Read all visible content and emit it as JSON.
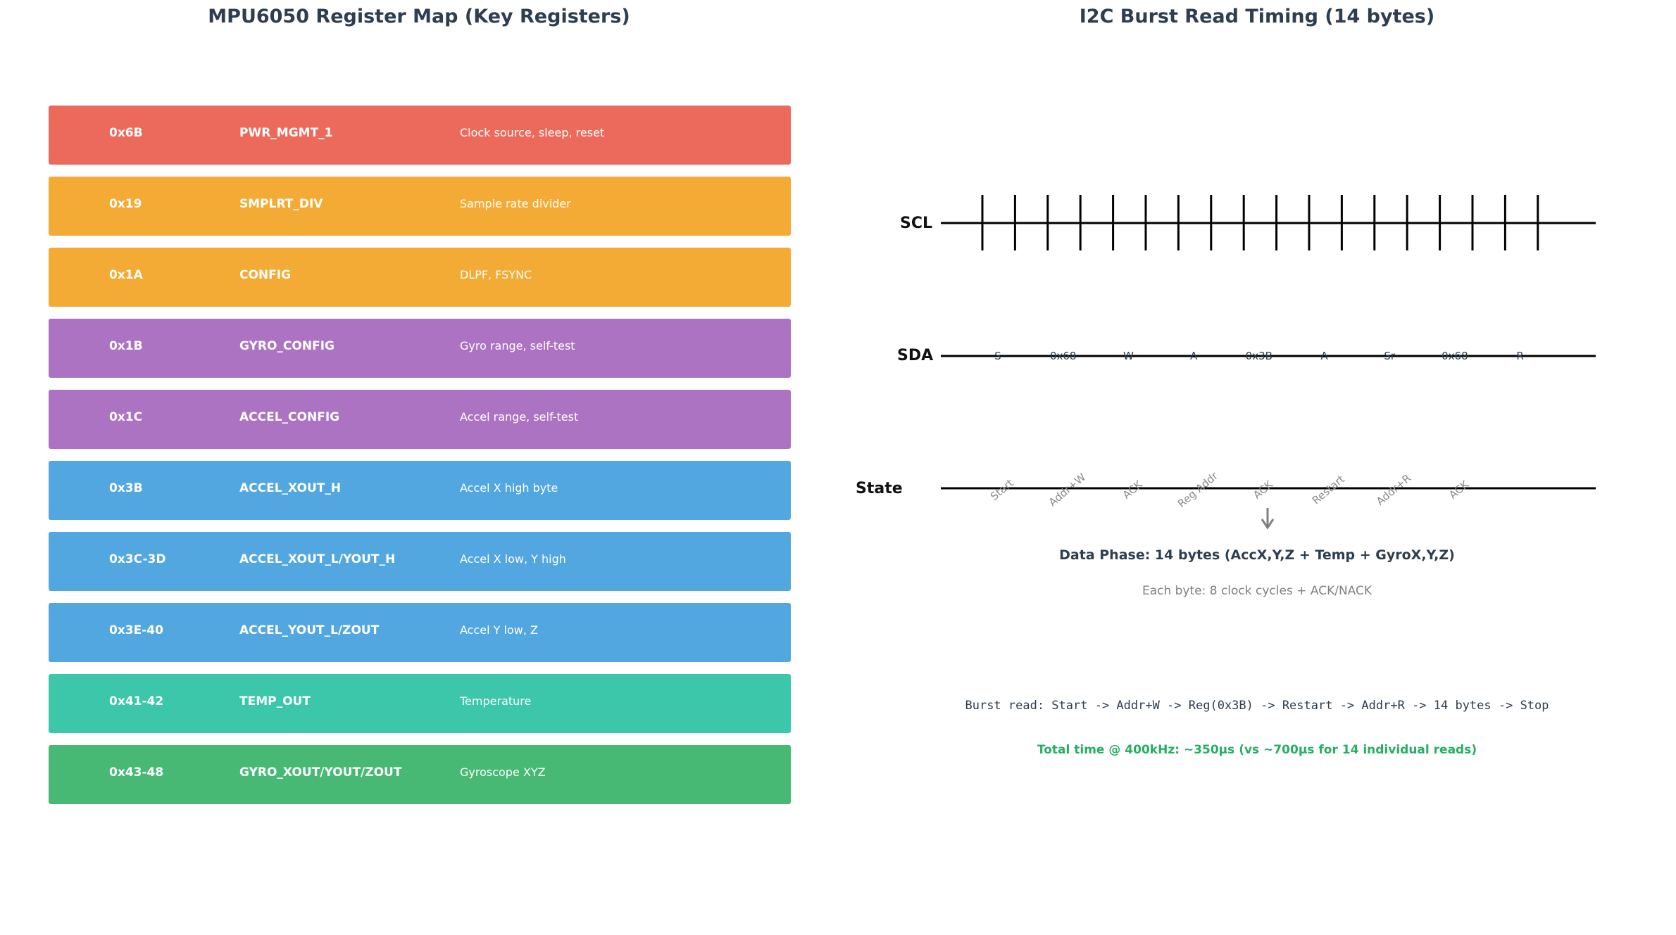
{
  "register_map": {
    "title": "MPU6050 Register Map (Key Registers)",
    "registers": [
      {
        "addr": "0x6B",
        "name": "PWR_MGMT_1",
        "desc": "Clock source, sleep, reset",
        "color": "#ec6a5c"
      },
      {
        "addr": "0x19",
        "name": "SMPLRT_DIV",
        "desc": "Sample rate divider",
        "color": "#f3ab35"
      },
      {
        "addr": "0x1A",
        "name": "CONFIG",
        "desc": "DLPF, FSYNC",
        "color": "#f3ab35"
      },
      {
        "addr": "0x1B",
        "name": "GYRO_CONFIG",
        "desc": "Gyro range, self-test",
        "color": "#ab73c2"
      },
      {
        "addr": "0x1C",
        "name": "ACCEL_CONFIG",
        "desc": "Accel range, self-test",
        "color": "#ab73c2"
      },
      {
        "addr": "0x3B",
        "name": "ACCEL_XOUT_H",
        "desc": "Accel X high byte",
        "color": "#52a7e0"
      },
      {
        "addr": "0x3C-3D",
        "name": "ACCEL_XOUT_L/YOUT_H",
        "desc": "Accel X low, Y high",
        "color": "#52a7e0"
      },
      {
        "addr": "0x3E-40",
        "name": "ACCEL_YOUT_L/ZOUT",
        "desc": "Accel Y low, Z",
        "color": "#52a7e0"
      },
      {
        "addr": "0x41-42",
        "name": "TEMP_OUT",
        "desc": "Temperature",
        "color": "#3cc7aa"
      },
      {
        "addr": "0x43-48",
        "name": "GYRO_XOUT/YOUT/ZOUT",
        "desc": "Gyroscope XYZ",
        "color": "#47b975"
      }
    ]
  },
  "timing": {
    "title": "I2C Burst Read Timing (14 bytes)",
    "signals": {
      "scl": "SCL",
      "sda": "SDA",
      "state": "State"
    },
    "scl_pulse_count": 18,
    "sda_segments": [
      "S",
      "0x68",
      "W",
      "A",
      "0x3B",
      "A",
      "Sr",
      "0x68",
      "R"
    ],
    "state_labels": [
      "Start",
      "Addr+W",
      "ACK",
      "Reg Addr",
      "ACK",
      "Restart",
      "Addr+R",
      "ACK"
    ],
    "data_phase": "Data Phase: 14 bytes (AccX,Y,Z + Temp + GyroX,Y,Z)",
    "byte_note": "Each byte: 8 clock cycles + ACK/NACK",
    "burst_sequence": "Burst read: Start -> Addr+W -> Reg(0x3B) -> Restart -> Addr+R -> 14 bytes -> Stop",
    "total_time": "Total time @ 400kHz: ~350μs (vs ~700μs for 14 individual reads)"
  }
}
